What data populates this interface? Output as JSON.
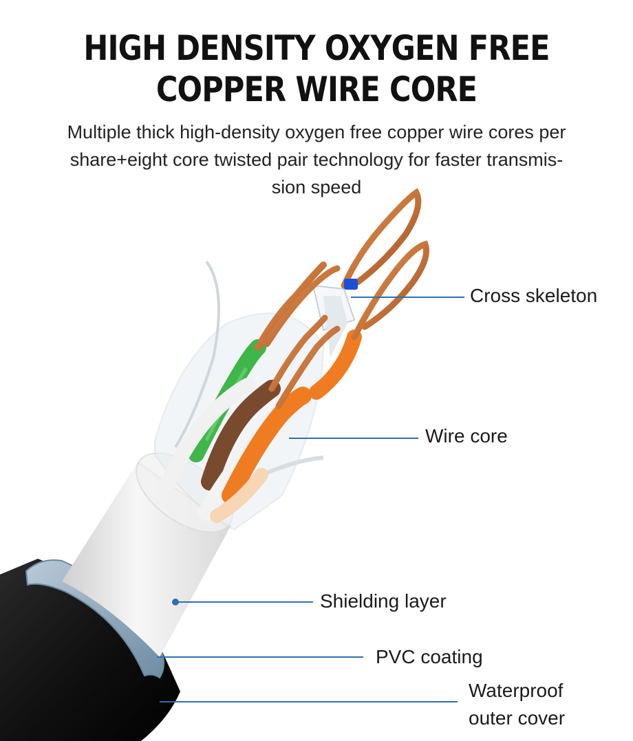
{
  "header": {
    "title_line1": "HIGH DENSITY OXYGEN FREE",
    "title_line2": "COPPER WIRE CORE",
    "description_line1": "Multiple thick high-density oxygen free copper wire cores per",
    "description_line2": "share+eight core twisted pair technology for faster transmis-",
    "description_line3": "sion speed"
  },
  "callouts": {
    "cross_skeleton": "Cross skeleton",
    "wire_core": "Wire core",
    "shielding_layer": "Shielding layer",
    "pvc_coating": "PVC coating",
    "waterproof_line1": "Waterproof",
    "waterproof_line2": "outer cover"
  },
  "colors": {
    "leader_line": "#2f6fb3",
    "outer_jacket": "#0d0d0d",
    "pvc_ring": "#8fa9bd",
    "shield": "#ececec",
    "copper": "#c7743a",
    "wire_green": "#3fb64a",
    "wire_brown": "#7a4a2e",
    "wire_orange": "#f07c22",
    "skeleton_blue": "#1b4fd6"
  }
}
